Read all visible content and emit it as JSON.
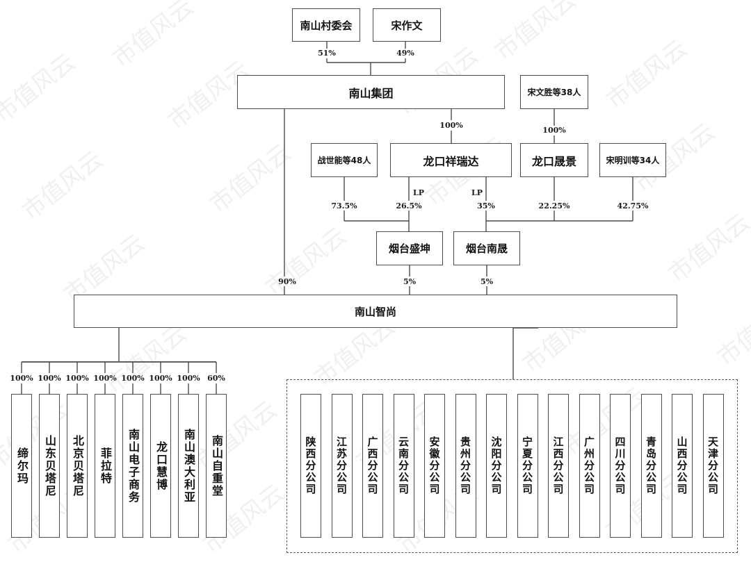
{
  "watermark": "市值风云",
  "shareholders": {
    "village_committee": {
      "name": "南山村委会",
      "pct": "51%"
    },
    "song_zuowen": {
      "name": "宋作文",
      "pct": "49%"
    }
  },
  "nanshan_group": {
    "name": "南山集团",
    "pct_to_zhishang": "90%",
    "pct_to_xiangruida": "100%"
  },
  "song_wensheng_group": {
    "name": "宋文胜等38人",
    "pct_to_chengjing": "100%"
  },
  "zhan_shineng_group": {
    "name": "战世能等48人",
    "pct_to_shengkun": "73.5%"
  },
  "longkou_xiangruida": {
    "name": "龙口祥瑞达",
    "lp_label_left": "LP",
    "lp_label_right": "LP",
    "pct_to_shengkun": "26.5%",
    "pct_to_nansheng": "35%"
  },
  "longkou_chengjing": {
    "name": "龙口晟景",
    "pct_to_nansheng": "22.25%"
  },
  "song_mingxun_group": {
    "name": "宋明训等34人",
    "pct_to_nansheng": "42.75%"
  },
  "yantai_shengkun": {
    "name": "烟台盛坤",
    "pct_to_zhishang": "5%"
  },
  "yantai_nansheng": {
    "name": "烟台南晟",
    "pct_to_zhishang": "5%"
  },
  "nanshan_zhishang": {
    "name": "南山智尚"
  },
  "subsidiaries": [
    {
      "name": "缔尔玛",
      "pct": "100%"
    },
    {
      "name": "山东贝塔尼",
      "pct": "100%"
    },
    {
      "name": "北京贝塔尼",
      "pct": "100%"
    },
    {
      "name": "菲拉特",
      "pct": "100%"
    },
    {
      "name": "南山电子商务",
      "pct": "100%"
    },
    {
      "name": "龙口慧博",
      "pct": "100%"
    },
    {
      "name": "南山澳大利亚",
      "pct": "100%"
    },
    {
      "name": "南山自重堂",
      "pct": "60%"
    }
  ],
  "branches": [
    {
      "name": "陕西分公司"
    },
    {
      "name": "江苏分公司"
    },
    {
      "name": "广西分公司"
    },
    {
      "name": "云南分公司"
    },
    {
      "name": "安徽分公司"
    },
    {
      "name": "贵州分公司"
    },
    {
      "name": "沈阳分公司"
    },
    {
      "name": "宁夏分公司"
    },
    {
      "name": "江西分公司"
    },
    {
      "name": "广州分公司"
    },
    {
      "name": "四川分公司"
    },
    {
      "name": "青岛分公司"
    },
    {
      "name": "山西分公司"
    },
    {
      "name": "天津分公司"
    }
  ]
}
